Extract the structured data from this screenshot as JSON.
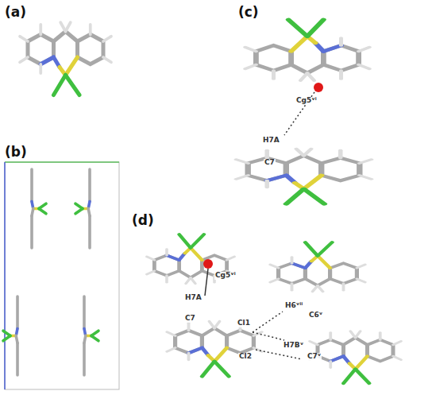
{
  "diagram": {
    "labels": [
      "(a)",
      "(b)",
      "(c)",
      "(d)",
      "Cg5ᵛⁱ",
      "H7A",
      "C7",
      "Cg5ᵛⁱ",
      "H7A",
      "C7",
      "Cl1",
      "Cl2",
      "H6ᵛⁱⁱ",
      "C6ᵛ",
      "H7Bᵛ",
      "C7ᵛ"
    ]
  }
}
